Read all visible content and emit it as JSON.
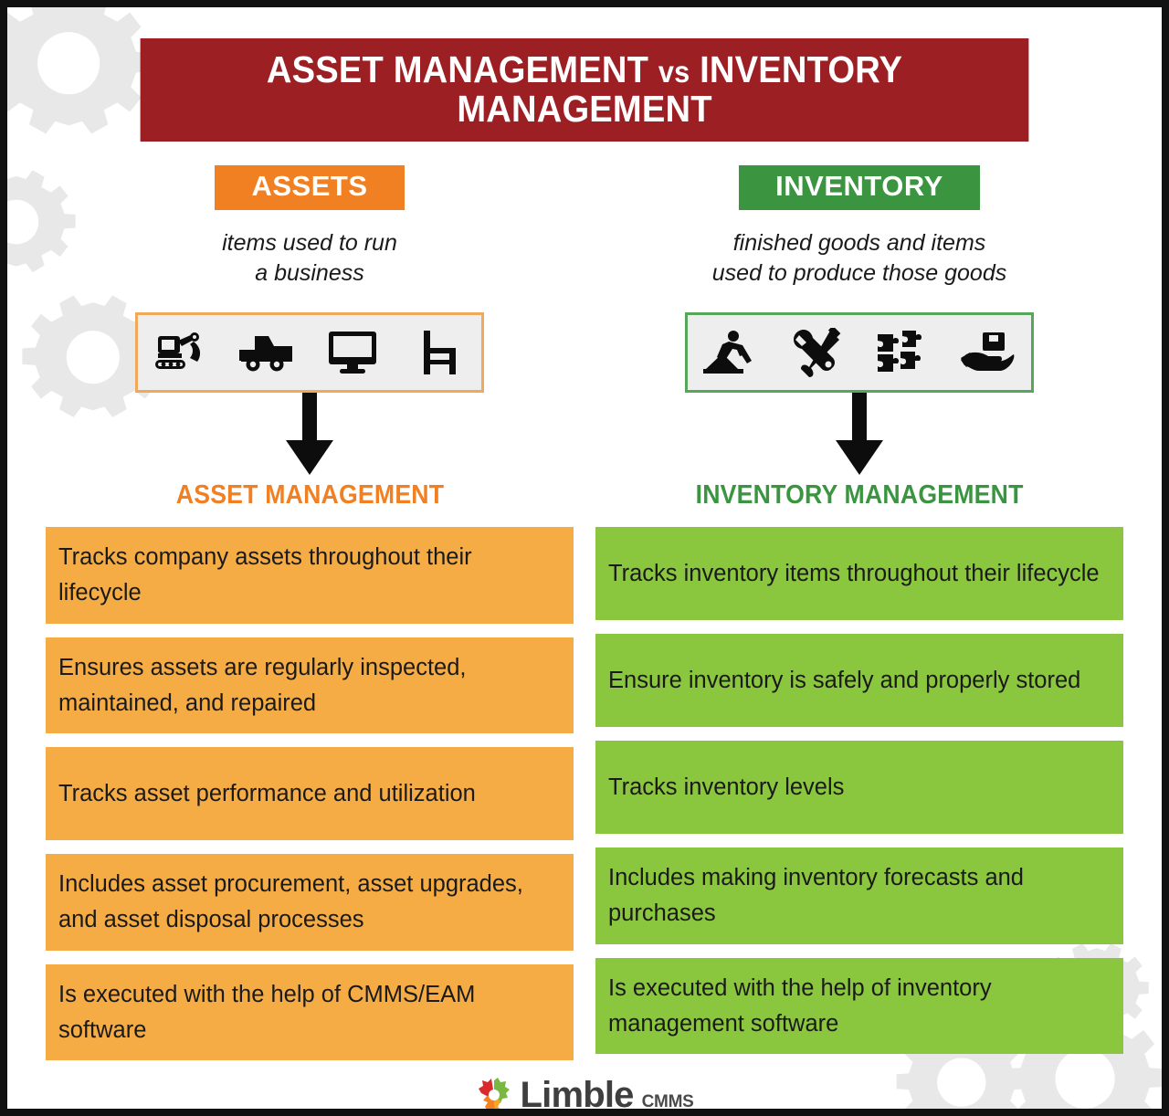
{
  "title": {
    "part1": "ASSET MANAGEMENT",
    "vs": "vs",
    "part2": "INVENTORY MANAGEMENT"
  },
  "colors": {
    "title_bar": "#9c1f24",
    "assets_badge": "#f08022",
    "inventory_badge": "#3a9440",
    "assets_row": "#f5ac45",
    "inventory_row": "#8bc63f",
    "assets_heading": "#f08022",
    "inventory_heading": "#3a9440",
    "icon_box_fill": "#eeeeee",
    "assets_box_border": "#f0a95a",
    "inventory_box_border": "#56a75c",
    "text": "#1a1a1a",
    "gear_decor": "#e8e8e8",
    "frame": "#111111"
  },
  "columns": [
    {
      "badge": "ASSETS",
      "subtitle_line1": "items used to run",
      "subtitle_line2": "a business",
      "icons": [
        "excavator-icon",
        "pickup-truck-icon",
        "monitor-icon",
        "chair-icon"
      ],
      "arrow": "down-arrow-icon",
      "heading": "ASSET MANAGEMENT",
      "rows": [
        "Tracks company assets throughout their lifecycle",
        "Ensures assets are regularly inspected, maintained, and repaired",
        "Tracks asset performance and utilization",
        "Includes asset procurement, asset upgrades, and asset disposal processes",
        "Is executed with the help of CMMS/EAM software"
      ]
    },
    {
      "badge": "INVENTORY",
      "subtitle_line1": "finished goods and items",
      "subtitle_line2": "used to produce those goods",
      "icons": [
        "construction-worker-icon",
        "wrench-screwdriver-icon",
        "puzzle-pieces-icon",
        "hand-holding-box-icon"
      ],
      "arrow": "down-arrow-icon",
      "heading": "INVENTORY MANAGEMENT",
      "rows": [
        "Tracks inventory items throughout their lifecycle",
        "Ensure inventory is safely and properly stored",
        "Tracks inventory levels",
        "Includes making inventory forecasts and purchases",
        "Is executed with the help of inventory management software"
      ]
    }
  ],
  "footer": {
    "logo_mark": "gear-logo-icon",
    "brand": "Limble",
    "brand_suffix": "CMMS"
  }
}
